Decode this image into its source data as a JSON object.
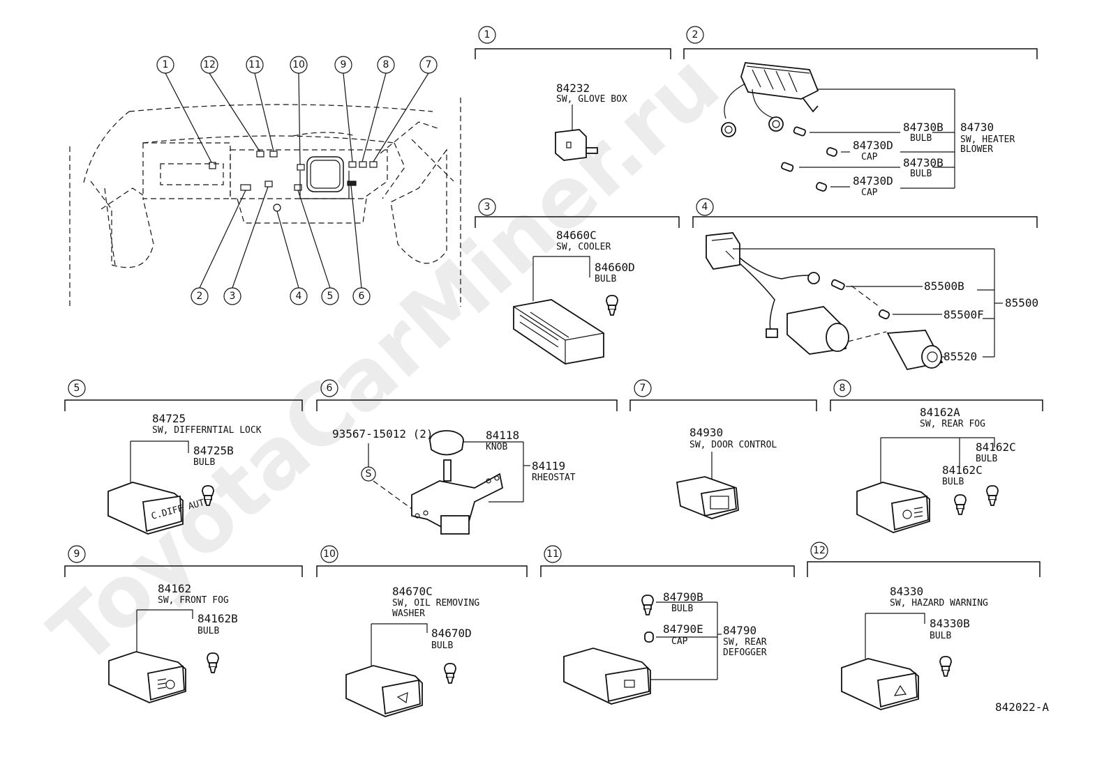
{
  "watermark": "ToyotaCarMiner.ru",
  "drawing_number": "842022-A",
  "overview_callouts": [
    "1",
    "12",
    "11",
    "10",
    "9",
    "8",
    "7",
    "2",
    "3",
    "4",
    "5",
    "6"
  ],
  "sections": {
    "s1": {
      "number": "1",
      "part": "84232",
      "name": "SW, GLOVE BOX"
    },
    "s2": {
      "number": "2",
      "part": "84730",
      "name1": "SW, HEATER",
      "name2": "BLOWER",
      "bulb_part_a": "84730B",
      "bulb_a": "BULB",
      "cap_part_a": "84730D",
      "cap_a": "CAP",
      "bulb_part_b": "84730B",
      "bulb_b": "BULB",
      "cap_part_b": "84730D",
      "cap_b": "CAP"
    },
    "s3": {
      "number": "3",
      "part": "84660C",
      "name": "SW, COOLER",
      "bulb_part": "84660D",
      "bulb": "BULB"
    },
    "s4": {
      "number": "4",
      "part": "85500",
      "sub_a": "85500B",
      "sub_b": "85500F",
      "sub_c": "85520"
    },
    "s5": {
      "number": "5",
      "part": "84725",
      "name": "SW, DIFFERNTIAL LOCK",
      "bulb_part": "84725B",
      "bulb": "BULB",
      "face": "C.DIFF AUTO"
    },
    "s6": {
      "number": "6",
      "screw": "93567-15012 (2)",
      "screw_sym": "S",
      "knob_part": "84118",
      "knob": "KNOB",
      "rheo_part": "84119",
      "rheo": "RHEOSTAT"
    },
    "s7": {
      "number": "7",
      "part": "84930",
      "name": "SW, DOOR CONTROL"
    },
    "s8": {
      "number": "8",
      "part": "84162A",
      "name": "SW, REAR FOG",
      "bulb_part_a": "84162C",
      "bulb_a": "BULB",
      "bulb_part_b": "84162C",
      "bulb_b": "BULB"
    },
    "s9": {
      "number": "9",
      "part": "84162",
      "name": "SW, FRONT FOG",
      "bulb_part": "84162B",
      "bulb": "BULB"
    },
    "s10": {
      "number": "10",
      "part": "84670C",
      "name1": "SW, OIL REMOVING",
      "name2": "WASHER",
      "bulb_part": "84670D",
      "bulb": "BULB"
    },
    "s11": {
      "number": "11",
      "part": "84790",
      "name1": "SW, REAR",
      "name2": "DEFOGGER",
      "bulb_part": "84790B",
      "bulb": "BULB",
      "cap_part": "84790E",
      "cap": "CAP"
    },
    "s12": {
      "number": "12",
      "part": "84330",
      "name": "SW, HAZARD WARNING",
      "bulb_part": "84330B",
      "bulb": "BULB"
    }
  }
}
